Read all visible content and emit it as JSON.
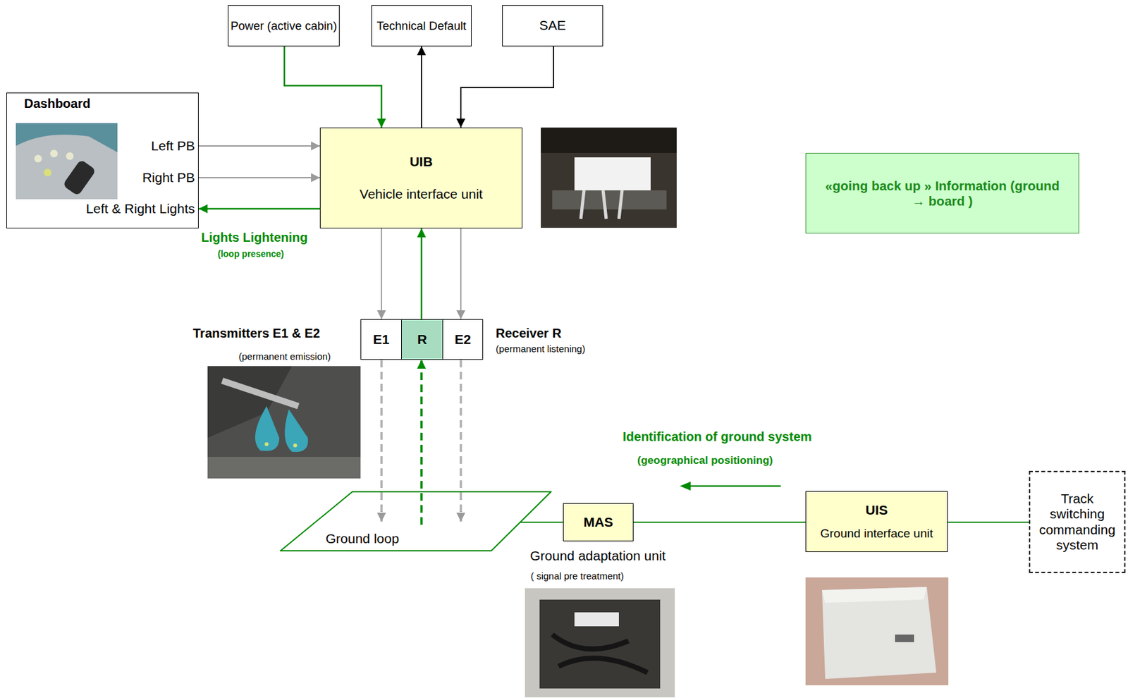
{
  "diagram": {
    "nodes": [
      {
        "text": [
          "Power (active cabin)"
        ]
      },
      {
        "text": [
          "Technical Default"
        ]
      },
      {
        "text": [
          "SAE"
        ]
      },
      {
        "text": [
          "Dashboard",
          "Left PB",
          "Right PB",
          "Left & Right Lights"
        ]
      },
      {
        "text": [
          "UIB",
          "Vehicle interface unit"
        ]
      },
      {
        "text": [
          "«going back up » Information (ground → board )"
        ]
      },
      {
        "text": [
          "E1"
        ]
      },
      {
        "text": [
          "R"
        ]
      },
      {
        "text": [
          "E2"
        ]
      },
      {
        "text": [
          "Ground loop"
        ]
      },
      {
        "text": [
          "MAS",
          "Ground adaptation unit",
          "( signal pre treatment)"
        ]
      },
      {
        "text": [
          "UIS",
          "Ground interface unit"
        ]
      },
      {
        "text": [
          "Track switching commanding system"
        ]
      }
    ],
    "edges": [
      {
        "from": 0,
        "to": 4,
        "arrow": "to"
      },
      {
        "from": 4,
        "to": 1,
        "arrow": "to"
      },
      {
        "from": 2,
        "to": 4,
        "arrow": "to"
      },
      {
        "from": 3,
        "to": 4,
        "arrow": "to"
      },
      {
        "from": 3,
        "to": 4,
        "arrow": "to"
      },
      {
        "from": 4,
        "to": 3,
        "arrow": "to"
      },
      {
        "from": 4,
        "to": 6,
        "arrow": "to"
      },
      {
        "from": 7,
        "to": 4,
        "arrow": "to"
      },
      {
        "from": 4,
        "to": 8,
        "arrow": "to"
      },
      {
        "from": 6,
        "to": 9,
        "arrow": "to"
      },
      {
        "from": 9,
        "to": 7,
        "arrow": "to"
      },
      {
        "from": 8,
        "to": 9,
        "arrow": "to"
      },
      {
        "from": 9,
        "to": 10,
        "arrow": "none"
      },
      {
        "from": 10,
        "to": 11,
        "arrow": "none"
      },
      {
        "from": 11,
        "to": 12,
        "arrow": "none"
      }
    ],
    "labels": [
      "Transmitters E1 & E2",
      "(permanent emission)",
      "Receiver R",
      "(permanent listening)",
      "Lights Lightening",
      "(loop presence)",
      "Identification of ground system",
      "(geographical positioning)"
    ]
  }
}
